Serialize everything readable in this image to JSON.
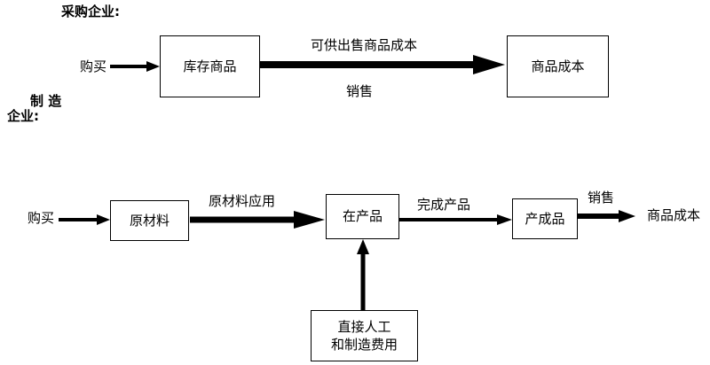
{
  "trading": {
    "heading": "采购企业:",
    "input_label": "购买",
    "box_inventory": "库存商品",
    "flow_label_top": "可供出售商品成本",
    "flow_label_bottom": "销售",
    "box_cost": "商品成本"
  },
  "manufacturing": {
    "heading_line1": "制 造",
    "heading_line2": "企业:",
    "input_label": "购买",
    "box_raw": "原材料",
    "flow_raw_to_wip": "原材料应用",
    "box_wip": "在产品",
    "flow_wip_to_fg": "完成产品",
    "box_fg": "产成品",
    "flow_fg_out": "销售",
    "output_label": "商品成本",
    "box_labor_line1": "直接人工",
    "box_labor_line2": "和制造费用"
  }
}
